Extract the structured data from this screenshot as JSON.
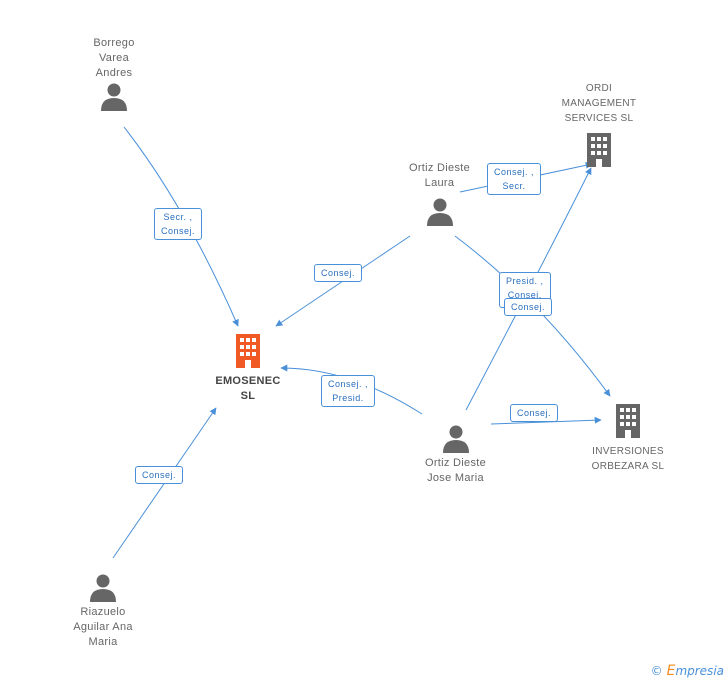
{
  "nodes": {
    "emosenec": {
      "label": "EMOSENEC\nSL",
      "type": "company",
      "color": "#f15a24"
    },
    "borrego": {
      "label": "Borrego\nVarea\nAndres",
      "type": "person"
    },
    "ortiz_laura": {
      "label": "Ortiz Dieste\nLaura",
      "type": "person"
    },
    "ordi": {
      "label": "ORDI\nMANAGEMENT\nSERVICES SL",
      "type": "company"
    },
    "ortiz_jose": {
      "label": "Ortiz Dieste\nJose Maria",
      "type": "person"
    },
    "inversiones": {
      "label": "INVERSIONES\nORBEZARA SL",
      "type": "company"
    },
    "riazuelo": {
      "label": "Riazuelo\nAguilar Ana\nMaria",
      "type": "person"
    }
  },
  "edges": [
    {
      "id": "borrego-emosenec",
      "label": "Secr. ,\nConsej."
    },
    {
      "id": "laura-ordi",
      "label": "Consej. ,\nSecr."
    },
    {
      "id": "laura-emosenec",
      "label": "Consej."
    },
    {
      "id": "laura-inversiones",
      "label": "Presid. ,\nConsej."
    },
    {
      "id": "jose-ordi",
      "label": "Consej."
    },
    {
      "id": "jose-emosenec",
      "label": "Consej. ,\nPresid."
    },
    {
      "id": "jose-inversiones",
      "label": "Consej."
    },
    {
      "id": "riazuelo-emosenec",
      "label": "Consej."
    }
  ],
  "colors": {
    "edge": "#4a90d9",
    "person_icon": "#666666",
    "company_icon": "#666666",
    "highlight_company": "#f15a24"
  },
  "brand": {
    "symbol": "©",
    "initial": "E",
    "rest": "mpresia"
  }
}
